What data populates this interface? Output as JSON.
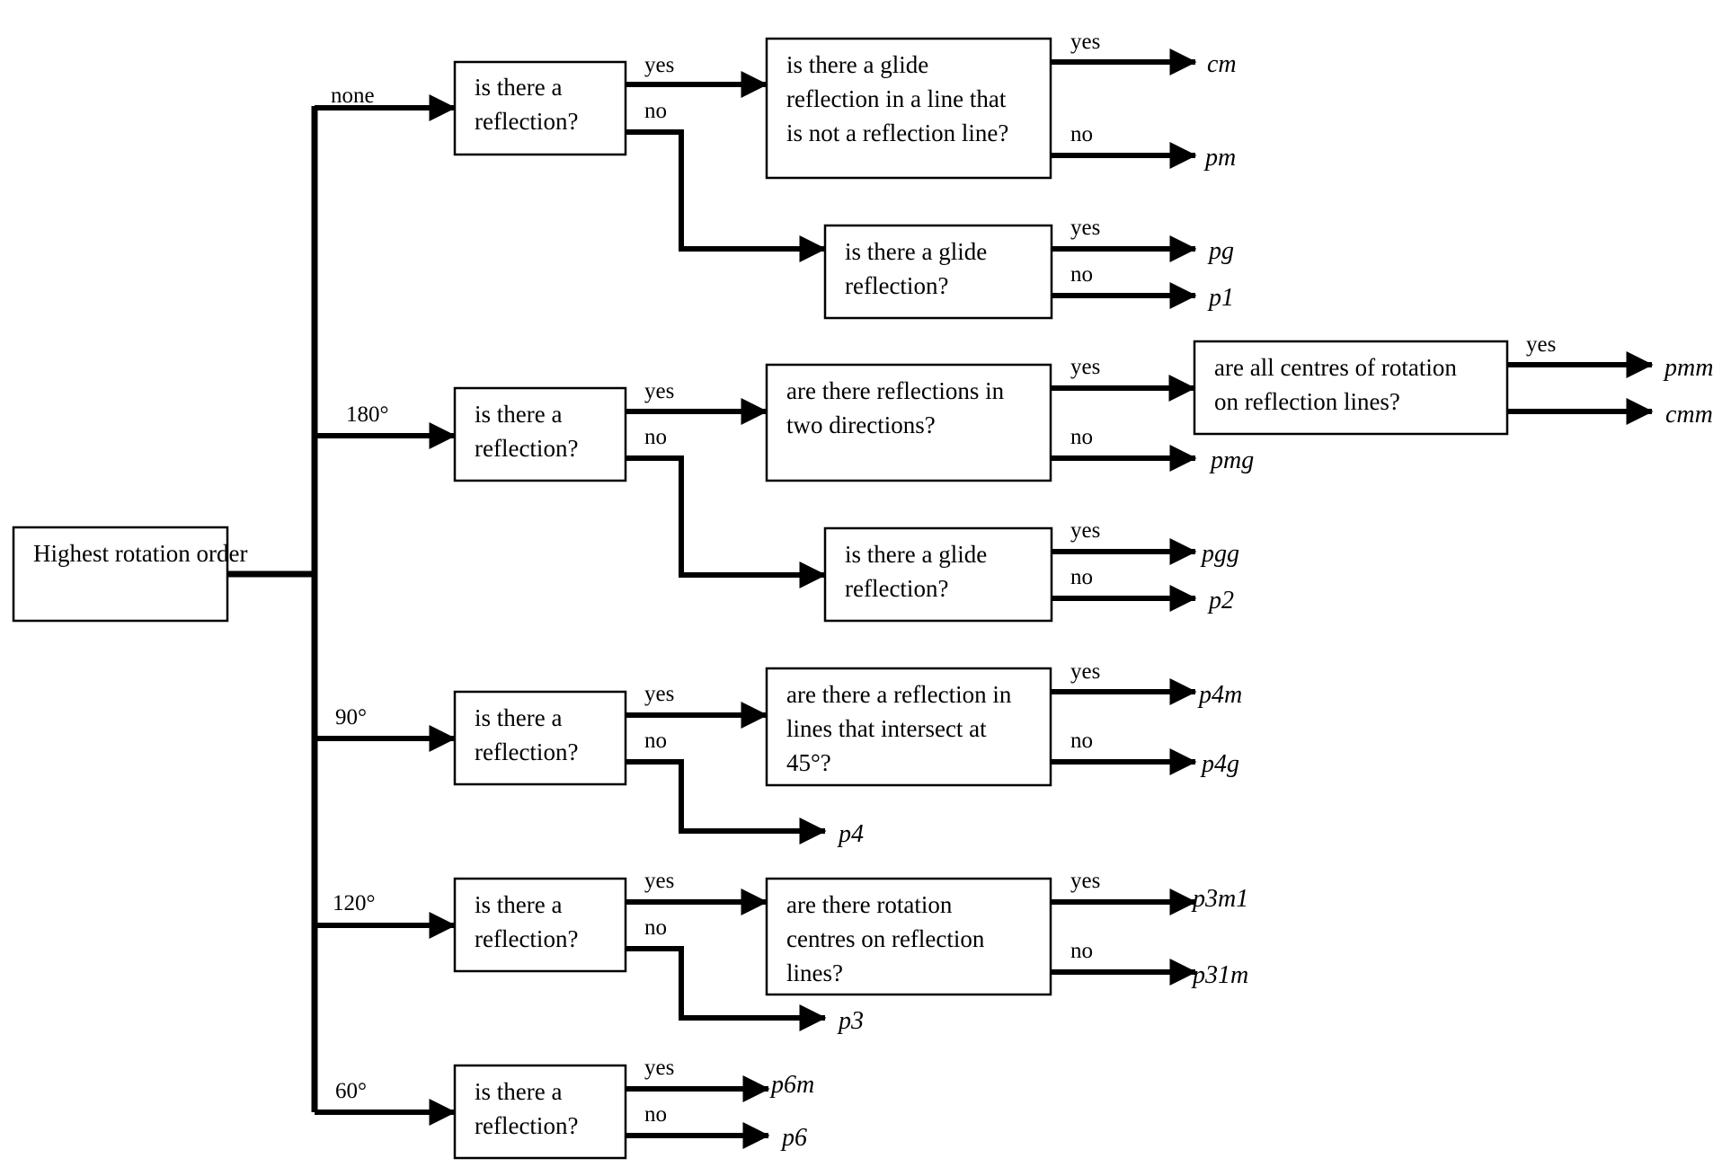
{
  "root": {
    "label": "Highest rotation order"
  },
  "branch_labels": {
    "none": "none",
    "r180": "180°",
    "r90": "90°",
    "r120": "120°",
    "r60": "60°"
  },
  "answers": {
    "yes": "yes",
    "no": "no"
  },
  "questions": {
    "is_reflection": [
      "is there a",
      "reflection?"
    ],
    "glide_not_reflection_line": [
      "is there a glide",
      "reflection in a line that",
      "is not a reflection line?"
    ],
    "is_glide": [
      "is there a glide",
      "reflection?"
    ],
    "reflections_two_directions": [
      "are there reflections in",
      "two directions?"
    ],
    "centres_on_reflection_lines": [
      "are all centres of rotation",
      "on reflection lines?"
    ],
    "reflection_lines_45": [
      "are there a reflection in",
      "lines that intersect at",
      "45°?"
    ],
    "rotation_centres_on_reflection": [
      "are there rotation",
      "centres on reflection",
      "lines?"
    ]
  },
  "results": {
    "cm": "cm",
    "pm": "pm",
    "pg": "pg",
    "p1": "p1",
    "pmm": "pmm",
    "cmm": "cmm",
    "pmg": "pmg",
    "pgg": "pgg",
    "p2": "p2",
    "p4m": "p4m",
    "p4g": "p4g",
    "p4": "p4",
    "p3m1": "p3m1",
    "p31m": "p31m",
    "p3": "p3",
    "p6m": "p6m",
    "p6": "p6"
  }
}
